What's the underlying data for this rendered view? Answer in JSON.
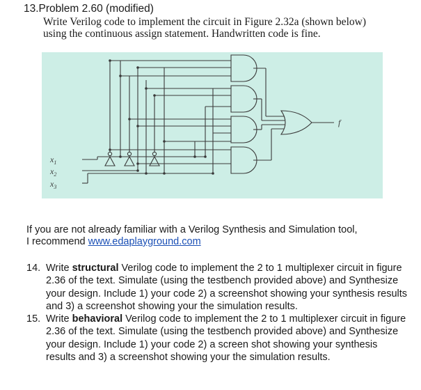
{
  "problem": {
    "heading": "13.Problem 2.60 (modified)",
    "line1": "Write Verilog code to implement the circuit in Figure 2.32a (shown below)",
    "line2": "using the continuous assign statement.  Handwritten code is fine."
  },
  "figure": {
    "input_x1": "x",
    "input_x1_sub": "1",
    "input_x2": "x",
    "input_x2_sub": "2",
    "input_x3": "x",
    "input_x3_sub": "3",
    "output_label": "f"
  },
  "intro": {
    "line1": "If you are not already familiar with a Verilog Synthesis and Simulation tool,",
    "line2_prefix": "I recommend ",
    "link_text": "www.edaplayground.com"
  },
  "questions": [
    {
      "number": "14.",
      "pre": "Write ",
      "bold": "structural",
      "post": " Verilog code to implement the 2 to 1 multiplexer circuit in figure 2.36 of the text.  Simulate (using the testbench provided above) and Synthesize your design.  Include 1) your code 2) a screenshot showing your synthesis results and 3) a screenshot showing your the simulation results."
    },
    {
      "number": "15.",
      "pre": "Write ",
      "bold": "behavioral",
      "post": " Verilog code to implement the 2 to 1 multiplexer circuit in figure 2.36 of the text. Simulate (using the testbench provided above) and Synthesize your design.  Include 1) your code 2) a screen shot showing your synthesis results and 3) a screenshot showing your the simulation results."
    }
  ]
}
